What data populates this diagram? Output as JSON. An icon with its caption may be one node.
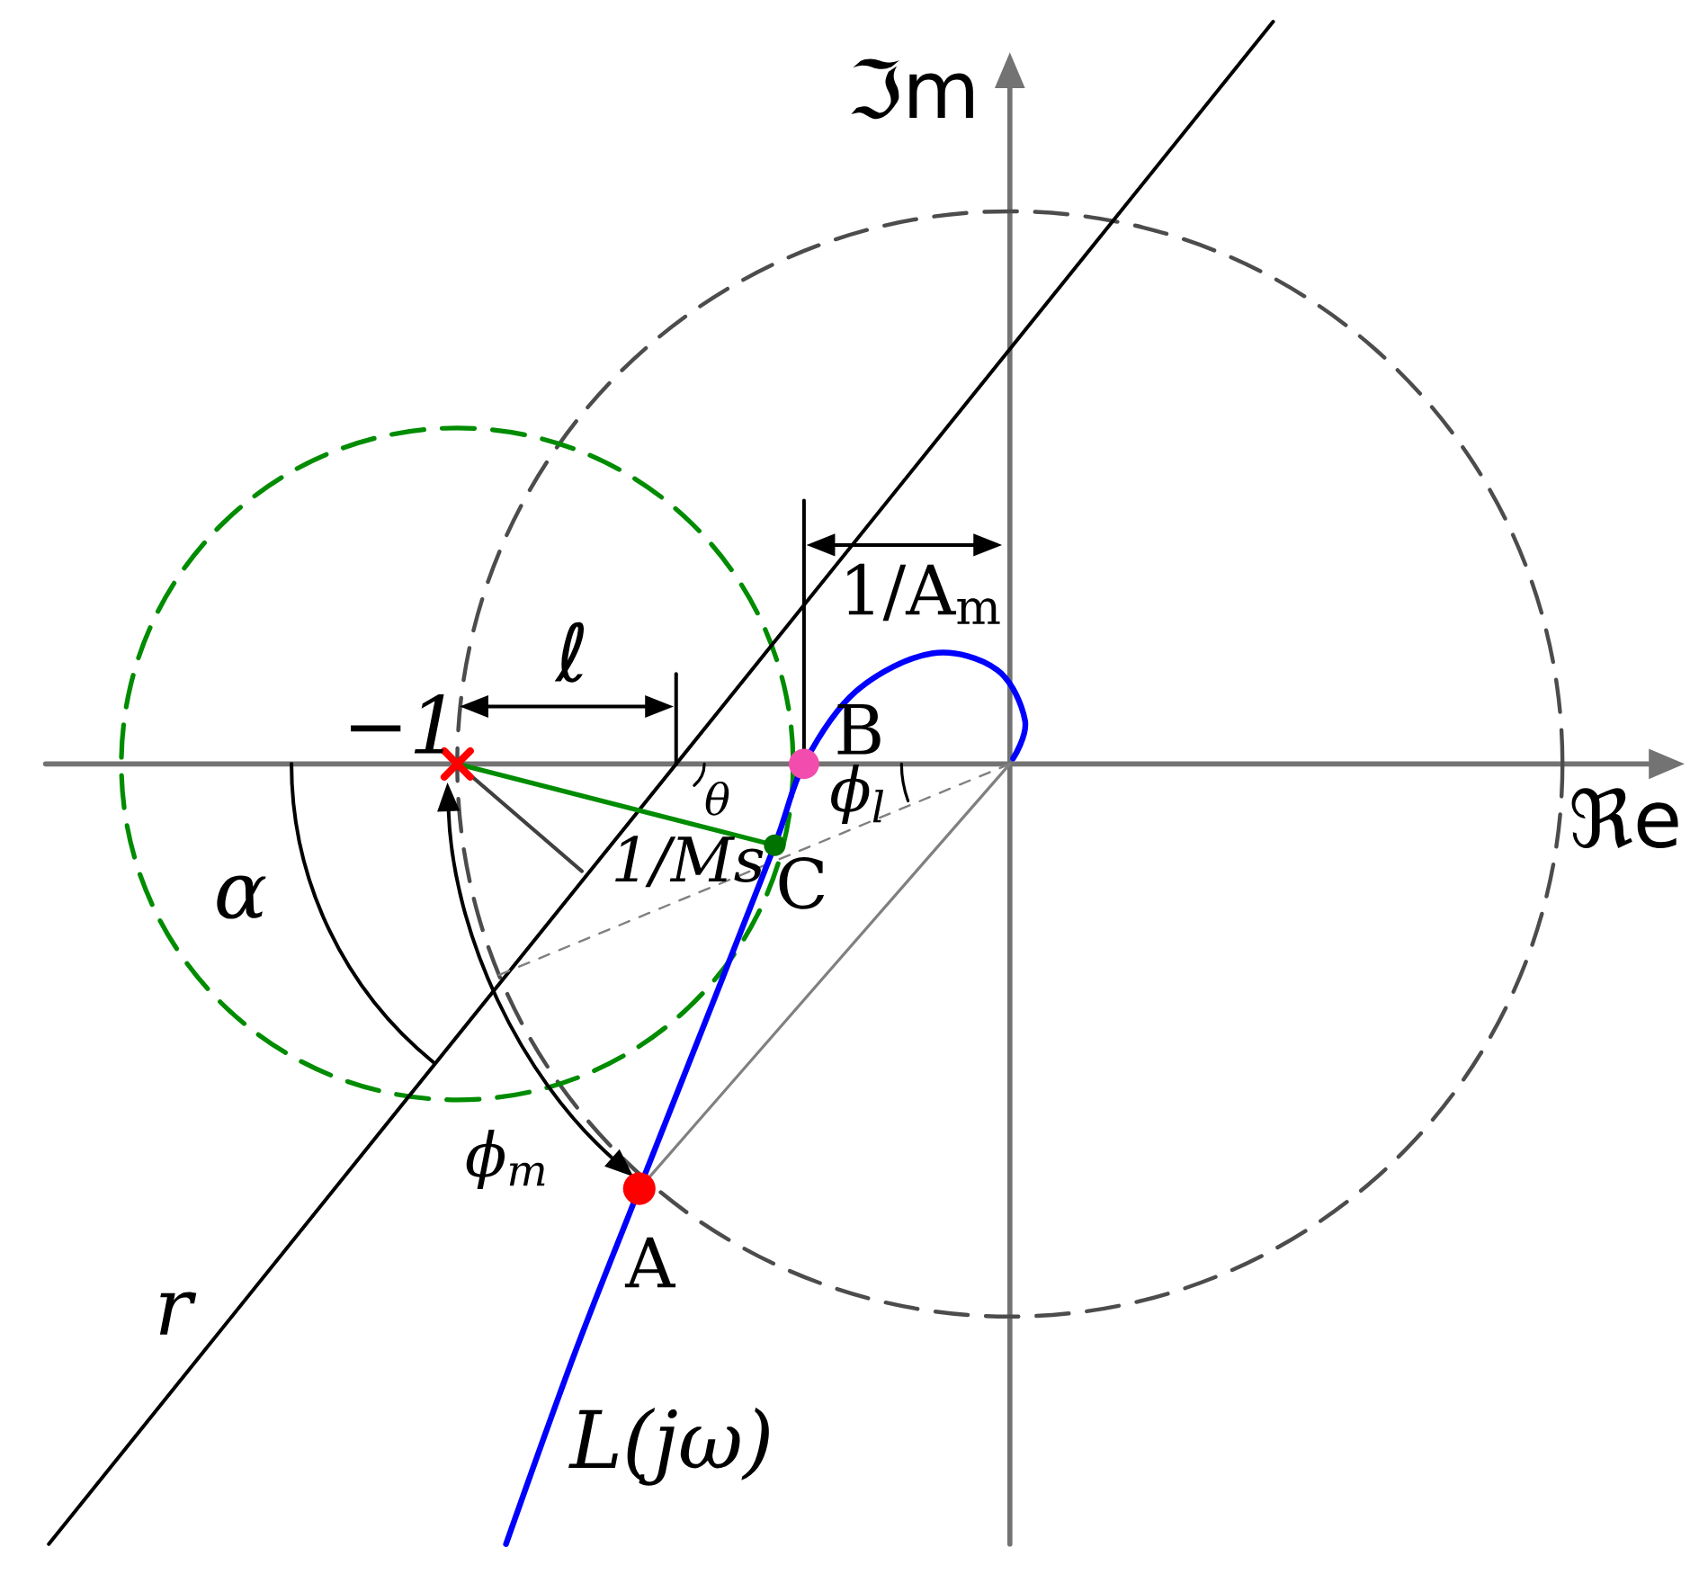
{
  "diagram": {
    "labels": [
      "ℑm",
      "1/A$_{m}$",
      "ℓ",
      "−1",
      "B",
      "θ",
      "ϕ$_{l}$",
      "ℜe",
      "1/Ms",
      "C",
      "α",
      "ϕ$_{m}$",
      "A",
      "r",
      "L(jω)"
    ]
  }
}
